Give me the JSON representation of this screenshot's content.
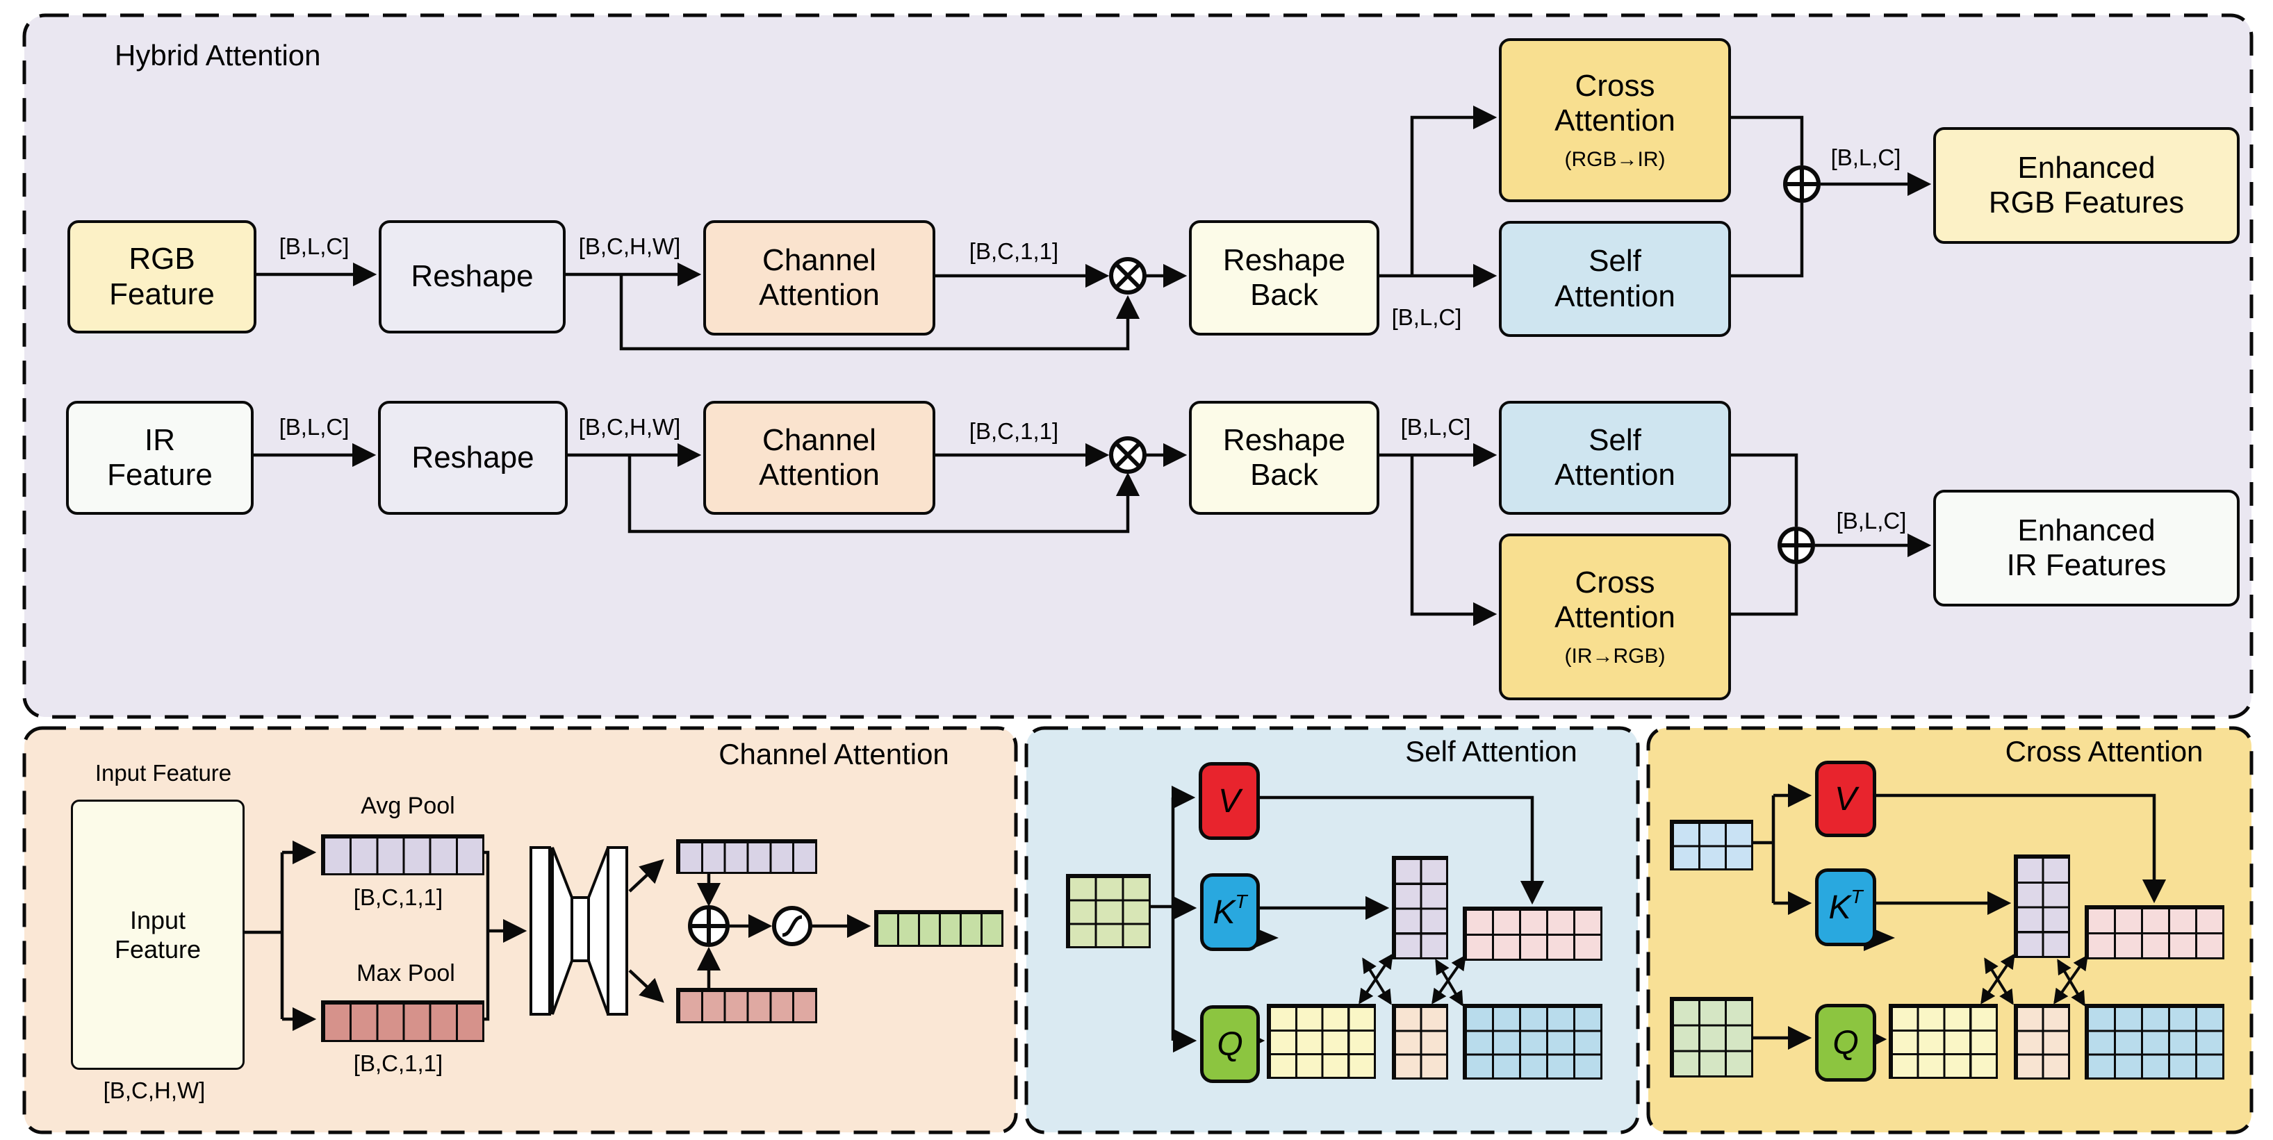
{
  "hybrid": {
    "title": "Hybrid Attention",
    "labels": {
      "blc": "[B,L,C]",
      "bchw": "[B,C,H,W]",
      "bc11": "[B,C,1,1]"
    },
    "rgb": {
      "input": "RGB\nFeature",
      "reshape": "Reshape",
      "channel": "Channel\nAttention",
      "reshape_back": "Reshape\nBack",
      "cross": "Cross\nAttention",
      "cross_sub": "(RGB→IR)",
      "self": "Self\nAttention",
      "output": "Enhanced\nRGB Features"
    },
    "ir": {
      "input": "IR\nFeature",
      "reshape": "Reshape",
      "channel": "Channel\nAttention",
      "reshape_back": "Reshape\nBack",
      "self": "Self\nAttention",
      "cross": "Cross\nAttention",
      "cross_sub": "(IR→RGB)",
      "output": "Enhanced\nIR Features"
    }
  },
  "channel_panel": {
    "title": "Channel Attention",
    "input_label": "Input Feature",
    "input_box": "Input\nFeature",
    "bchw": "[B,C,H,W]",
    "avg_pool": "Avg Pool",
    "max_pool": "Max Pool",
    "bc11": "[B,C,1,1]"
  },
  "self_panel": {
    "title": "Self Attention",
    "v": "V",
    "k": "K",
    "k_sup": "T",
    "q": "Q"
  },
  "cross_panel": {
    "title": "Cross Attention",
    "v": "V",
    "k": "K",
    "k_sup": "T",
    "q": "Q"
  },
  "figures": {
    "self_input_grid": "3x3",
    "self_q_matrix": "3x4",
    "self_kt_matrix": "4x2",
    "self_scores_matrix": "3x2",
    "self_v_matrix": "2x5",
    "self_output_matrix": "3x5",
    "cross_kv_input_grid": "2x3",
    "cross_q_input_grid": "3x3",
    "avg_pool_cells": 6,
    "max_pool_cells": 6,
    "mlp_out_cells": 6,
    "attention_weight_cells": 6
  },
  "colors": {
    "hybrid_bg": "#eae7f1",
    "channel_panel_bg": "#fae7d5",
    "self_panel_bg": "#daeaf2",
    "cross_panel_bg": "#f8e096",
    "rgb_feature": "#fcf1c6",
    "reshape": "#ecebf3",
    "channel_attention": "#fae3ce",
    "reshape_back": "#fcfbe8",
    "cross_attention": "#f8df90",
    "self_attention": "#cfe5f0",
    "ir_feature": "#f8faf7",
    "v_chip": "#e8242d",
    "k_chip": "#29a8df",
    "q_chip": "#8cc540",
    "avg_strip": "#d9d3e6",
    "max_strip": "#d6928b",
    "sum_strip_top": "#d9d3e6",
    "sum_strip_bottom": "#dfa9a2",
    "attention_weights": "#c6dfa5",
    "grid_green": "#d8e6b6",
    "grid_blue": "#c9e2f4",
    "matrix_lavender": "#ded8e9",
    "matrix_pink": "#f6dcdc",
    "matrix_yellow": "#faf6c6",
    "matrix_peach": "#f8e4d2",
    "matrix_blue": "#b9dcec",
    "line": "#0a0a0a"
  }
}
